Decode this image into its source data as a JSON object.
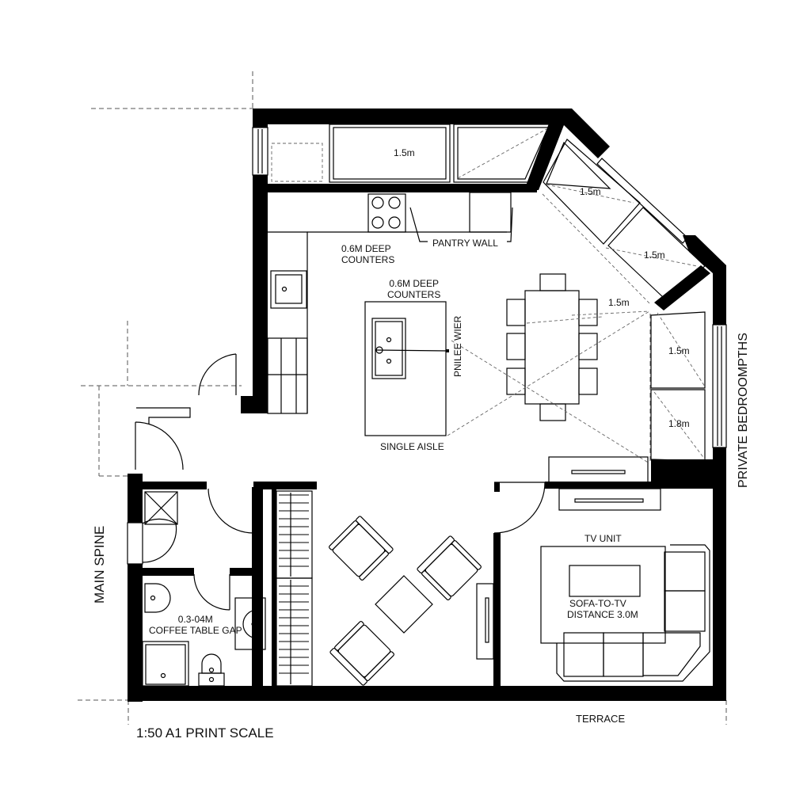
{
  "drawing": {
    "type": "architectural floor plan",
    "scale_note": "1:50 A1 PRINT SCALE",
    "colors": {
      "wall": "#000000",
      "line": "#000000",
      "dimension_line": "#555555",
      "background": "#ffffff"
    }
  },
  "labels": {
    "kitchen_top_window": "1.5m",
    "counters_upper": {
      "line1": "0.6M DEEP",
      "line2": "COUNTERS"
    },
    "pantry_wall": "PANTRY WALL",
    "counters_island": {
      "line1": "0.6M DEEP",
      "line2": "COUNTERS"
    },
    "island_vertical": "PNILEE WIER",
    "single_aisle": "SINGLE AISLE",
    "diag_window_1": "1.5m",
    "diag_window_2": "1.5m",
    "dining_distance": "1.5m",
    "bay_upper": "1.5m",
    "bay_lower": "1.8m",
    "private_bedrooms": "PRIVATE BEDROOMPTHS",
    "main_spine": "MAIN SPINE",
    "coffee_gap": {
      "line1": "0.3-04M",
      "line2": "COFFEE TABLE GAP"
    },
    "tv_unit": "TV UNIT",
    "sofa_tv": {
      "line1": "SOFA-TO-TV",
      "line2": "DISTANCE 3.0M"
    },
    "terrace": "TERRACE",
    "print_scale": "1:50 A1 PRINT SCALE"
  },
  "rooms": [
    {
      "name": "Kitchen",
      "fixtures": [
        "4-burner hob",
        "sink",
        "pantry unit",
        "island with sink"
      ]
    },
    {
      "name": "Dining",
      "fixtures": [
        "table",
        "8 chairs"
      ]
    },
    {
      "name": "Living",
      "fixtures": [
        "3 armchairs",
        "square coffee table",
        "bookshelf",
        "sideboard"
      ]
    },
    {
      "name": "Lounge",
      "fixtures": [
        "TV unit",
        "L-shaped sofa",
        "media console"
      ]
    },
    {
      "name": "Bathroom",
      "fixtures": [
        "basin",
        "vanity",
        "shower",
        "WC",
        "storage"
      ]
    }
  ]
}
